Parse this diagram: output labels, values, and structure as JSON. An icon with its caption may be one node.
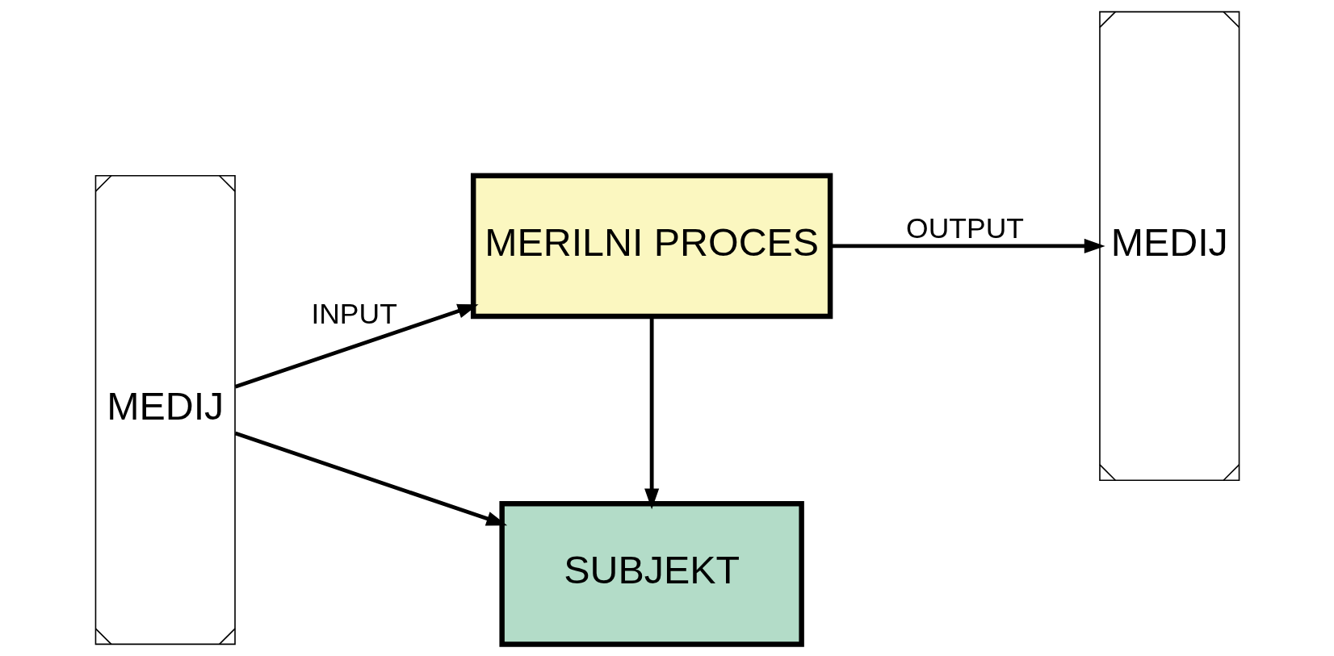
{
  "diagram": {
    "nodes": [
      {
        "text": [
          "MEDIJ"
        ]
      },
      {
        "text": [
          "MERILNI PROCES"
        ]
      },
      {
        "text": [
          "SUBJEKT"
        ]
      },
      {
        "text": [
          "MEDIJ"
        ]
      }
    ],
    "edges": [
      {
        "from": 0,
        "to": 1,
        "arrow": "to",
        "label": "INPUT"
      },
      {
        "from": 0,
        "to": 2,
        "arrow": "to"
      },
      {
        "from": 1,
        "to": 3,
        "arrow": "to",
        "label": "OUTPUT"
      },
      {
        "from": 1,
        "to": 2,
        "arrow": "to"
      }
    ]
  }
}
